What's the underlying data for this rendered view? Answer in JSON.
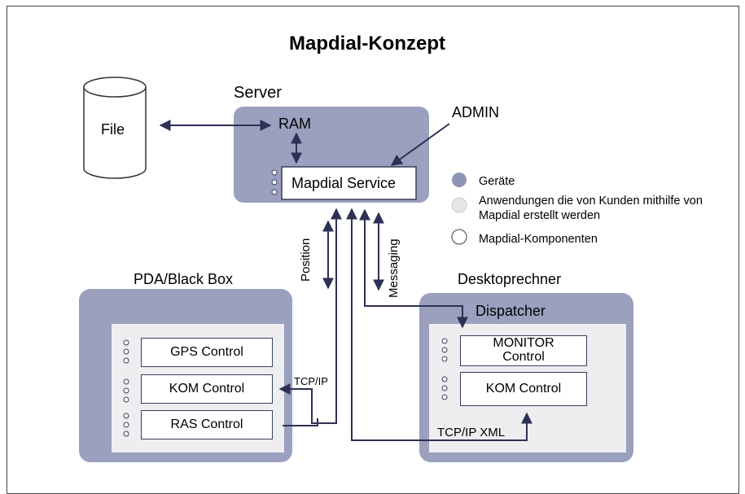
{
  "title": "Mapdial-Konzept",
  "file": {
    "label": "File"
  },
  "server": {
    "label": "Server",
    "ram": "RAM",
    "admin": "ADMIN",
    "service": "Mapdial Service"
  },
  "links": {
    "position": "Position",
    "messaging": "Messaging",
    "tcpip": "TCP/IP",
    "tcpip_xml": "TCP/IP XML"
  },
  "pda": {
    "label": "PDA/Black Box",
    "controls": [
      "GPS Control",
      "KOM Control",
      "RAS Control"
    ]
  },
  "desktop": {
    "label": "Desktoprechner",
    "dispatcher": "Dispatcher",
    "controls": [
      "MONITOR\nControl",
      "KOM Control"
    ]
  },
  "legend": [
    {
      "label": "Geräte",
      "color": "#8e94b4"
    },
    {
      "label": "Anwendungen die von Kunden mithilfe von Mapdial erstellt werden",
      "color": "#e6e6ea"
    },
    {
      "label": "Mapdial-Komponenten",
      "color": "#ffffff"
    }
  ],
  "colors": {
    "device": "#9aa0be",
    "app": "#eeeef0",
    "component": "#ffffff",
    "line": "#2d3155"
  }
}
